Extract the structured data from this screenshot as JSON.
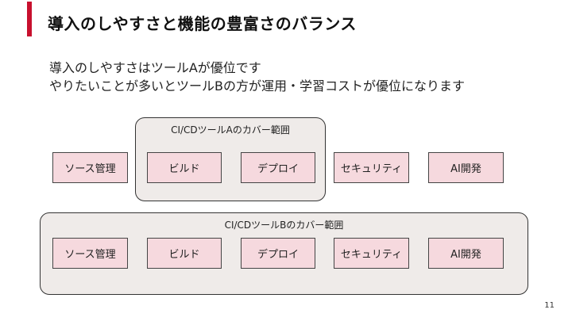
{
  "slide": {
    "title": "導入のしやすさと機能の豊富さのバランス",
    "body_lines": [
      "導入のしやすさはツールAが優位です",
      "やりたいことが多いとツールBの方が運用・学習コストが優位になります"
    ],
    "page_number": "11"
  },
  "diagram": {
    "tool_a": {
      "label": "CI/CDツールAのカバー範囲",
      "covered": [
        "ビルド",
        "デプロイ"
      ]
    },
    "tool_b": {
      "label": "CI/CDツールBのカバー範囲",
      "covered": [
        "ソース管理",
        "ビルド",
        "デプロイ",
        "セキュリティ",
        "AI開発"
      ]
    },
    "top_row": [
      "ソース管理",
      "ビルド",
      "デプロイ",
      "セキュリティ",
      "AI開発"
    ],
    "colors": {
      "accent": "#c8102e",
      "box_fill": "#f6d9de",
      "group_fill": "#efebe9"
    }
  }
}
